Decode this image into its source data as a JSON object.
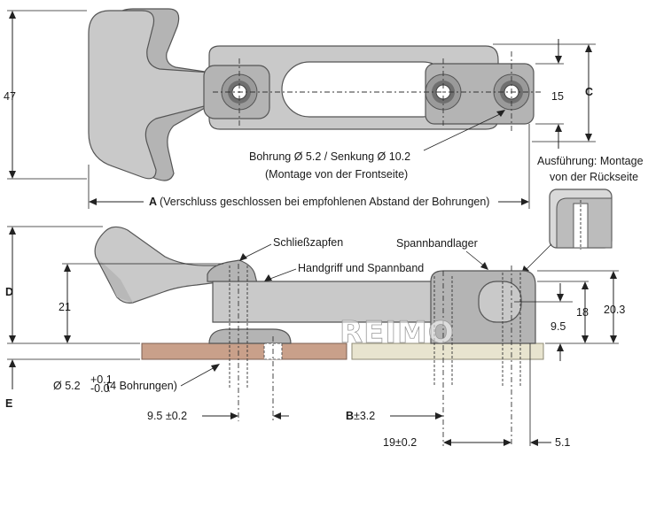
{
  "dimensions": {
    "height": "47",
    "C": "C",
    "slot_height": "15",
    "A": "A",
    "A_note": "(Verschluss geschlossen bei empfohlenen Abstand der Bohrungen)",
    "D": "D",
    "E": "E",
    "catch_height": "21",
    "bracket_hole": "9.5",
    "bracket_height": "18",
    "bracket_total": "20.3",
    "hole_offset": "9.5 ±0.2",
    "B": "B",
    "B_tol": "±3.2",
    "spacing": "19±0.2",
    "edge": "5.1"
  },
  "labels": {
    "bohrung_line1": "Bohrung  Ø 5.2  / Senkung  Ø 10.2",
    "bohrung_line2": "(Montage von der Frontseite)",
    "rueckseite_line1": "Ausführung:  Montage",
    "rueckseite_line2": "von der Rückseite",
    "schliesszapfen": "Schließzapfen",
    "spannbandlager": "Spannbandlager",
    "handgriff": "Handgriff und Spannband",
    "bohrungen_pre": "Ø 5.2",
    "bohrungen_tol_up": "+0.1",
    "bohrungen_tol_down": "-0.0",
    "bohrungen_post": "(4 Bohrungen)"
  },
  "watermark": "REIMO",
  "colors": {
    "part": "#c9c9c9",
    "base_left": "#c9a08a",
    "base_right": "#e8e4cf",
    "hole_ring": "#8c8c8c",
    "line": "#222222"
  }
}
